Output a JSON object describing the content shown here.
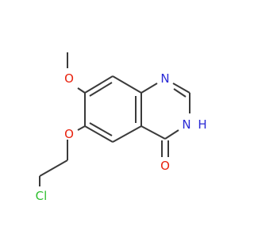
{
  "molecule": {
    "atoms": {
      "n1": {
        "label": "N"
      },
      "n3": {
        "label": "N"
      },
      "h3": {
        "label": "H"
      },
      "o_carbonyl": {
        "label": "O"
      },
      "o_methoxy": {
        "label": "O"
      },
      "o_ether": {
        "label": "O"
      },
      "cl": {
        "label": "Cl"
      }
    },
    "colors": {
      "bond": "#3a3a3a",
      "nitrogen": "#2a2ad6",
      "oxygen": "#e8210d",
      "chlorine": "#2fbf2f"
    }
  }
}
